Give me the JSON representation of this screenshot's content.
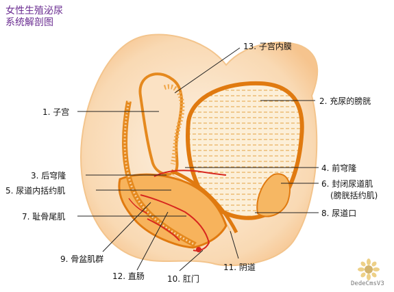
{
  "title": {
    "line1": "女性生殖泌尿",
    "line2": "系统解剖图"
  },
  "labels": {
    "l1": "1. 子宫",
    "l2": "2. 充尿的膀胱",
    "l3": "3. 后穹隆",
    "l4": "4. 前穹隆",
    "l5": "5. 尿道内括约肌",
    "l6": "6. 封闭尿道肌",
    "l6b": "(膀胱括约肌)",
    "l7": "7. 耻骨尾肌",
    "l8": "8. 尿道口",
    "l9": "9. 骨盆肌群",
    "l10": "10. 肛门",
    "l11": "11. 阴道",
    "l12": "12. 直肠",
    "l13": "13. 子宫内膜"
  },
  "watermark": "DedeCmsV3",
  "colors": {
    "title": "#6a2c91",
    "tissue": "#f7c08a",
    "organ_outline": "#e07a10",
    "blood": "#d7261e"
  }
}
